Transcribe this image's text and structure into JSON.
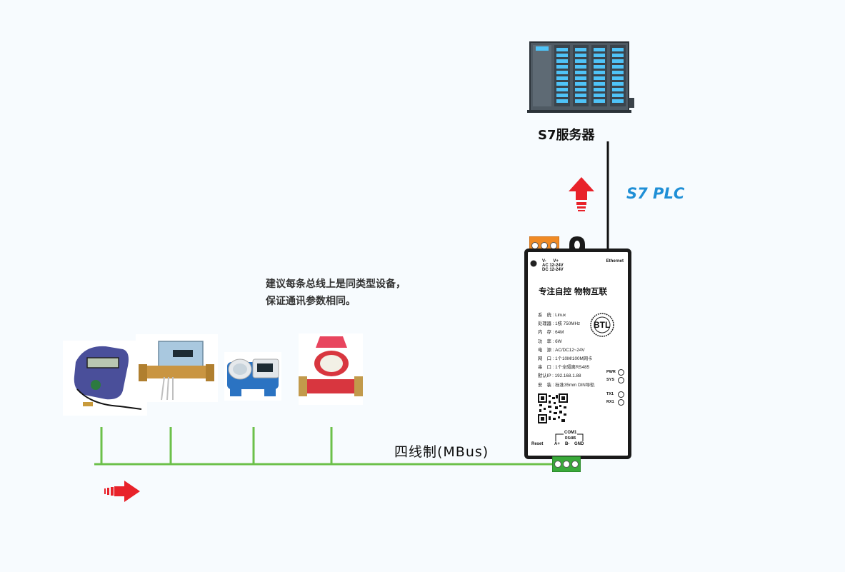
{
  "server": {
    "label": "S7服务器",
    "icon": "plc-rack-icon"
  },
  "link": {
    "protocol": "S7 PLC"
  },
  "note": {
    "line1": "建议每条总线上是同类型设备，",
    "line2": "保证通讯参数相同。"
  },
  "bus": {
    "label": "四线制(MBus)"
  },
  "meters": [
    {
      "icon": "heat-meter-icon"
    },
    {
      "icon": "ultrasonic-meter-icon"
    },
    {
      "icon": "smart-water-meter-icon"
    },
    {
      "icon": "red-water-meter-icon"
    }
  ],
  "gateway": {
    "power_terminal": {
      "v_minus": "V-",
      "v_plus": "V+",
      "ac": "AC 12-24V",
      "dc": "DC 12-24V"
    },
    "ethernet": "Ethernet",
    "brand": "专注自控  物物互联",
    "specs": [
      "系　统 : Linux",
      "处理器 : 1核 750MHz",
      "内　存 : 64M",
      "功　率 : 6W",
      "电　源 : AC/DC12~24V",
      "网　口 : 1个10M/100M网卡",
      "串　口 : 1个全隔离RS485",
      "默认IP : 192.168.1.88",
      "安　装 : 标准35mm DIN导轨"
    ],
    "leds": [
      "PWR",
      "SYS",
      "TX1",
      "RX1"
    ],
    "badge": "BTL",
    "bottom": {
      "reset": "Reset",
      "com": "COM1",
      "rs485": "RS485",
      "a": "A+",
      "b": "B-",
      "gnd": "GND"
    }
  },
  "colors": {
    "bus": "#6cc04a",
    "arrow": "#e8222a",
    "protocol": "#1f8fd6",
    "terminal_green": "#3aa93a",
    "terminal_orange": "#f08a24"
  }
}
